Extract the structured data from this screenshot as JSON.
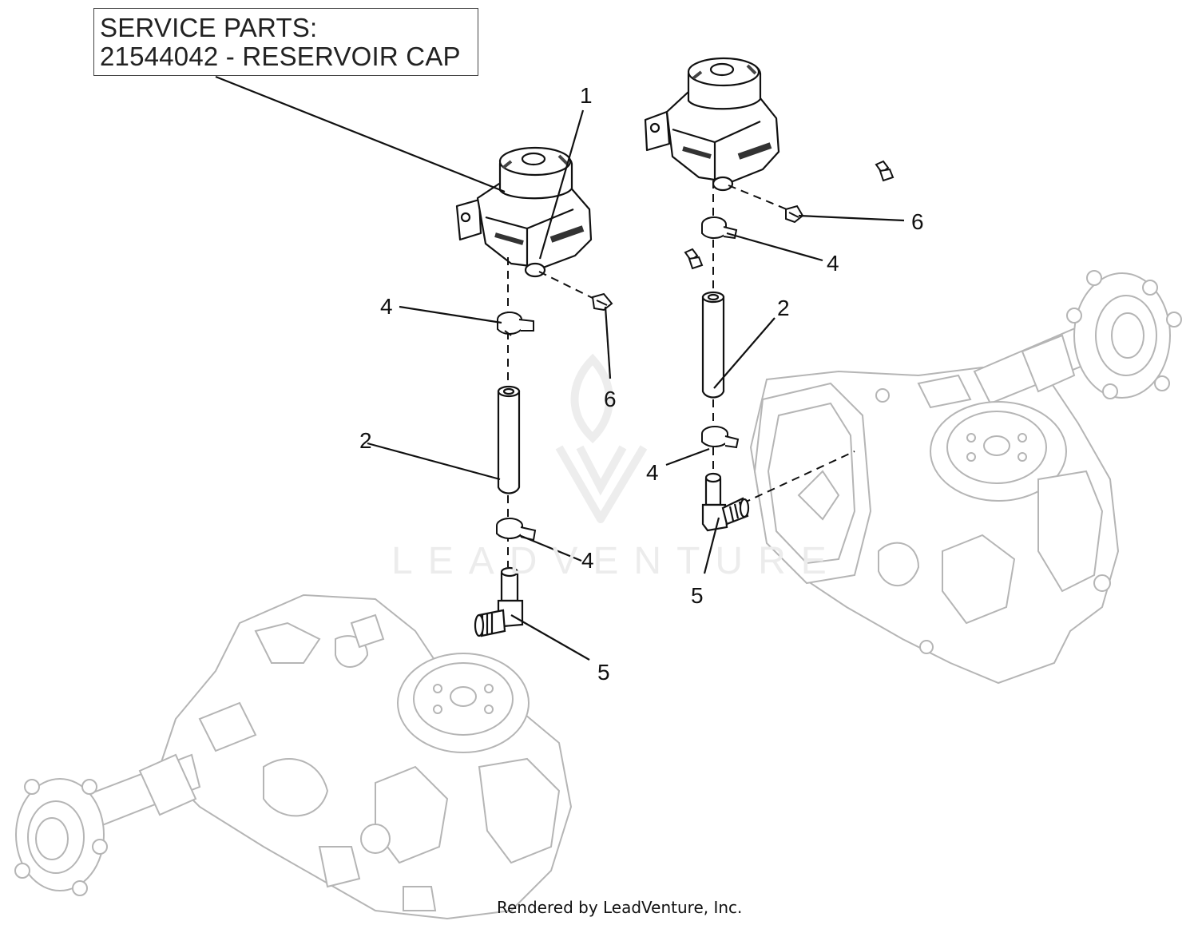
{
  "service_parts": {
    "line1": "SERVICE PARTS:",
    "line2": "21544042 - RESERVOIR CAP"
  },
  "callouts": {
    "c1": "1",
    "c2_left": "2",
    "c2_right": "2",
    "c4_left_top": "4",
    "c4_left_bottom": "4",
    "c4_right_top": "4",
    "c4_right_bottom": "4",
    "c5_left": "5",
    "c5_right": "5",
    "c6_left": "6",
    "c6_right": "6"
  },
  "watermark": {
    "text": "LEADVENTURE"
  },
  "footer": {
    "text": "Rendered by LeadVenture, Inc."
  },
  "colors": {
    "line": "#111111",
    "part_fill": "#ffffff",
    "transaxle_gray": "#b8b8b8",
    "watermark": "#ececec"
  }
}
